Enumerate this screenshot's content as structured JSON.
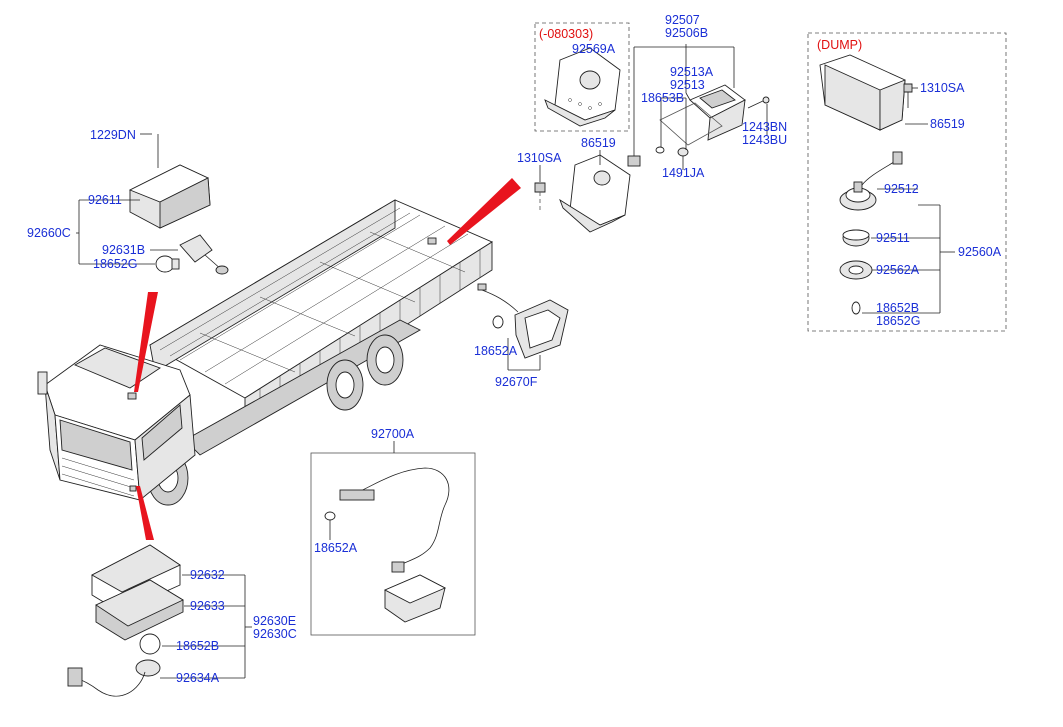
{
  "title": "",
  "callouts": {
    "c1229DN": "1229DN",
    "c92611": "92611",
    "c92660C": "92660C",
    "c92631B": "92631B",
    "c18652G_roof": "18652G",
    "note_080303": "(-080303)",
    "c92569A": "92569A",
    "c92507": "92507",
    "c92506B": "92506B",
    "c92513A": "92513A",
    "c92513": "92513",
    "c18653B": "18653B",
    "c1243BN": "1243BN",
    "c1243BU": "1243BU",
    "c1491JA": "1491JA",
    "c86519_mid": "86519",
    "c1310SA_mid": "1310SA",
    "c18652A_rear": "18652A",
    "c92670F": "92670F",
    "note_dump": "(DUMP)",
    "c1310SA_dump": "1310SA",
    "c86519_dump": "86519",
    "c92512": "92512",
    "c92511": "92511",
    "c92560A": "92560A",
    "c92562A": "92562A",
    "c18652B_dump": "18652B",
    "c18652G_dump": "18652G",
    "c92700A": "92700A",
    "c18652A_box": "18652A",
    "c92632": "92632",
    "c92633": "92633",
    "c92630E": "92630E",
    "c92630C": "92630C",
    "c18652B_bottom": "18652B",
    "c92634A": "92634A"
  },
  "colors": {
    "callout": "#1a2fd6",
    "note": "#e01010",
    "pointer_arrow": "#e8141e"
  }
}
